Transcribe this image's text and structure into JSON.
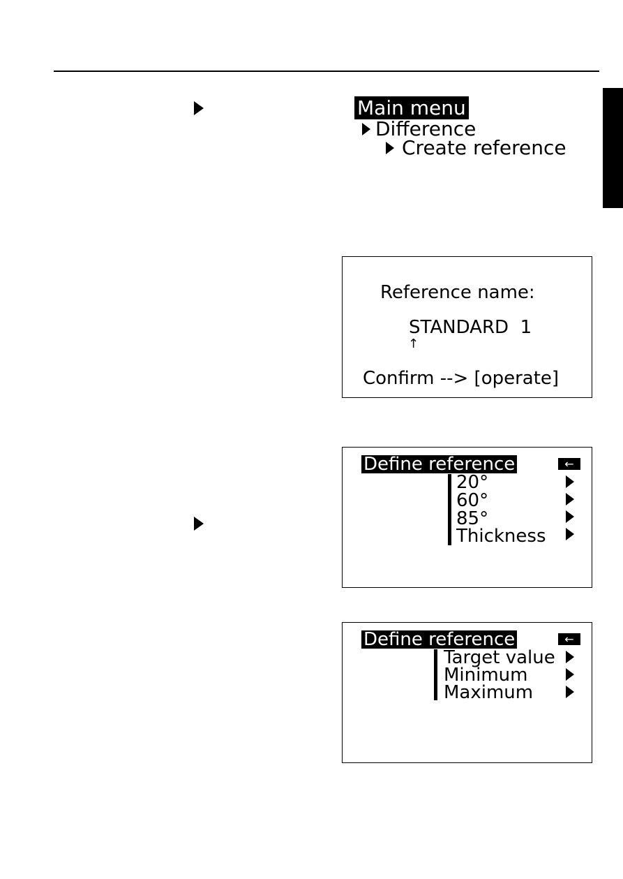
{
  "breadcrumb": {
    "main_menu": "Main menu",
    "difference": "Difference",
    "create_reference": "Create reference"
  },
  "name_screen": {
    "label": "Reference name:",
    "value": "STANDARD  1",
    "cursor_glyph": "↑",
    "confirm": "Confirm --> [operate]"
  },
  "define_screen_1": {
    "title": "Define reference",
    "back_glyph": "←",
    "items": [
      "20°",
      "60°",
      "85°",
      "Thickness"
    ]
  },
  "define_screen_2": {
    "title": "Define reference",
    "back_glyph": "←",
    "items": [
      "Target value",
      "Minimum",
      "Maximum"
    ]
  },
  "icons": {
    "arrow": "play-triangle-icon",
    "back": "back-arrow-icon"
  }
}
